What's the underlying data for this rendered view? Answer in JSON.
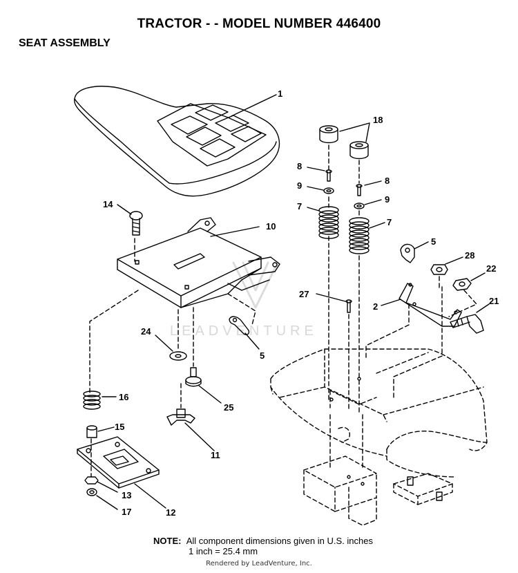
{
  "title": "TRACTOR - - MODEL NUMBER 446400",
  "subtitle": "SEAT ASSEMBLY",
  "watermark": "LEADVENTURE",
  "labels": {
    "l1": "1",
    "l18": "18",
    "l8a": "8",
    "l8b": "8",
    "l9a": "9",
    "l9b": "9",
    "l7a": "7",
    "l7b": "7",
    "l14": "14",
    "l10": "10",
    "l5a": "5",
    "l5b": "5",
    "l28": "28",
    "l22": "22",
    "l27": "27",
    "l2": "2",
    "l21": "21",
    "l24": "24",
    "l16": "16",
    "l15": "15",
    "l25": "25",
    "l11": "11",
    "l13": "13",
    "l17": "17",
    "l12": "12"
  },
  "note": {
    "label": "NOTE:",
    "line1": "All component dimensions given in U.S. inches",
    "line2": "1 inch = 25.4 mm"
  },
  "footer": "Rendered by LeadVenture, Inc."
}
